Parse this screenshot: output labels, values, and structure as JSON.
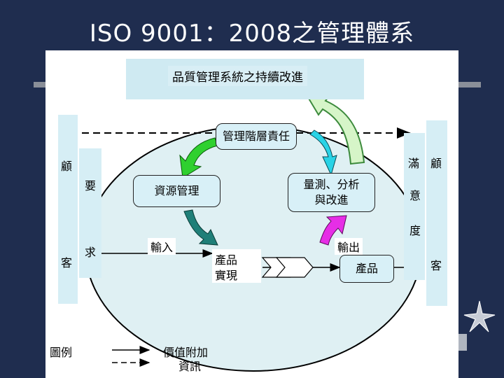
{
  "slide": {
    "title": "ISO 9001：2008之管理體系"
  },
  "diagram": {
    "improvement_box": "品質管理系統之持續改進",
    "management_responsibility": "管理階層責任",
    "resource_management": "資源管理",
    "measurement_line1": "量測、分析",
    "measurement_line2": "與改進",
    "product_realization_line1": "產品",
    "product_realization_line2": "實現",
    "input_label": "輸入",
    "output_label": "輸出",
    "product_box": "產品",
    "left_customer_top": "顧",
    "left_customer_bottom": "客",
    "left_req_top": "要",
    "left_req_bottom": "求",
    "right_customer_top": "顧",
    "right_customer_bottom": "客",
    "right_sat_1": "滿",
    "right_sat_2": "意",
    "right_sat_3": "度"
  },
  "legend": {
    "title": "圖例",
    "solid_label": "價值附加",
    "dashed_label": "資訊"
  },
  "colors": {
    "background": "#1f2d4f",
    "ellipse": "#dff0f3",
    "green_arrow": "#2fd02f",
    "cyan_arrow": "#29d3e6",
    "teal_arrow": "#1f7f78",
    "magenta_arrow": "#e62ee6"
  }
}
